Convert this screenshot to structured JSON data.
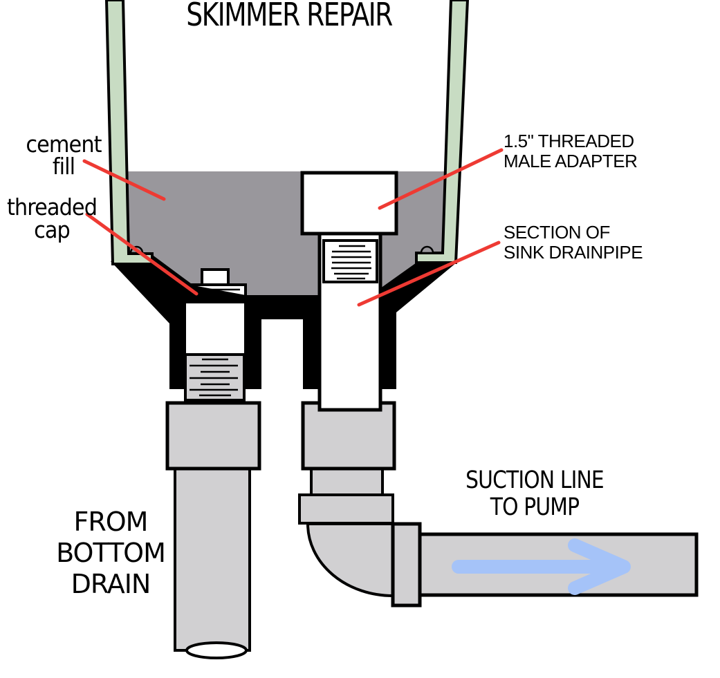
{
  "title": "SKIMMER REPAIR",
  "labels": {
    "cement_fill": [
      "cement",
      "fill"
    ],
    "threaded_cap": [
      "threaded",
      "cap"
    ],
    "male_adapter": [
      "1.5\" THREADED",
      "MALE ADAPTER"
    ],
    "drainpipe": [
      "SECTION OF",
      "SINK DRAINPIPE"
    ],
    "bottom_drain": [
      "FROM",
      "BOTTOM",
      "DRAIN"
    ],
    "suction_line": [
      "SUCTION LINE",
      "TO PUMP"
    ]
  },
  "colors": {
    "wall_green": "#c8dcc3",
    "cement_gray": "#99979c",
    "pipe_gray": "#d1d0d2",
    "arrow_blue": "#a5c3f8",
    "leader_red": "#ee3a33",
    "ink": "#000000"
  }
}
